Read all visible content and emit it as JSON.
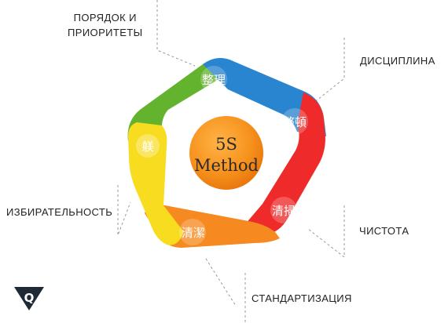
{
  "center": {
    "line1": "5S",
    "line2": "Method"
  },
  "segments": [
    {
      "kanji": "整理",
      "color": "#63b32e",
      "color_dark": "#2f8a1c"
    },
    {
      "kanji": "整頓",
      "color": "#2a85d0",
      "color_dark": "#155fa6"
    },
    {
      "kanji": "清掃",
      "color": "#ee2a2a",
      "color_dark": "#b81818"
    },
    {
      "kanji": "清潔",
      "color": "#f6891f",
      "color_dark": "#d4620a"
    },
    {
      "kanji": "躾",
      "color": "#f8dc1f",
      "color_dark": "#e3b80c"
    }
  ],
  "labels": {
    "order_line1": "ПОРЯДОК И",
    "order_line2": "ПРИОРИТЕТЫ",
    "discipline": "ДИСЦИПЛИНА",
    "selectivity": "ИЗБИРАТЕЛЬНОСТЬ",
    "cleanliness": "ЧИСТОТА",
    "standardization": "СТАНДАРТИЗАЦИЯ"
  },
  "logo": {
    "letter": "Q"
  }
}
